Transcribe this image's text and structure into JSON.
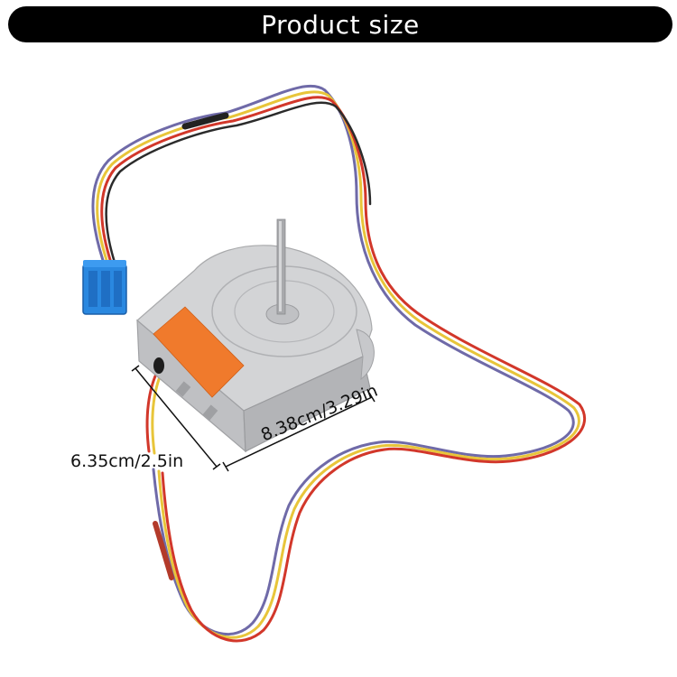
{
  "header": {
    "title": "Product size"
  },
  "dimensions": {
    "depth_label": "6.35cm/2.5in",
    "width_label": "8.38cm/3.29in"
  },
  "colors": {
    "title_bar": "#000000",
    "housing": "#c9cacc",
    "sticker": "#f07a2c",
    "connector": "#2a88e0",
    "wire_red": "#d2372a",
    "wire_yellow": "#e8c53a",
    "wire_purple": "#6f6aa8",
    "wire_black": "#2b2b2b"
  },
  "icons": [
    "fan-motor",
    "connector-plug",
    "dimension-arrow"
  ]
}
